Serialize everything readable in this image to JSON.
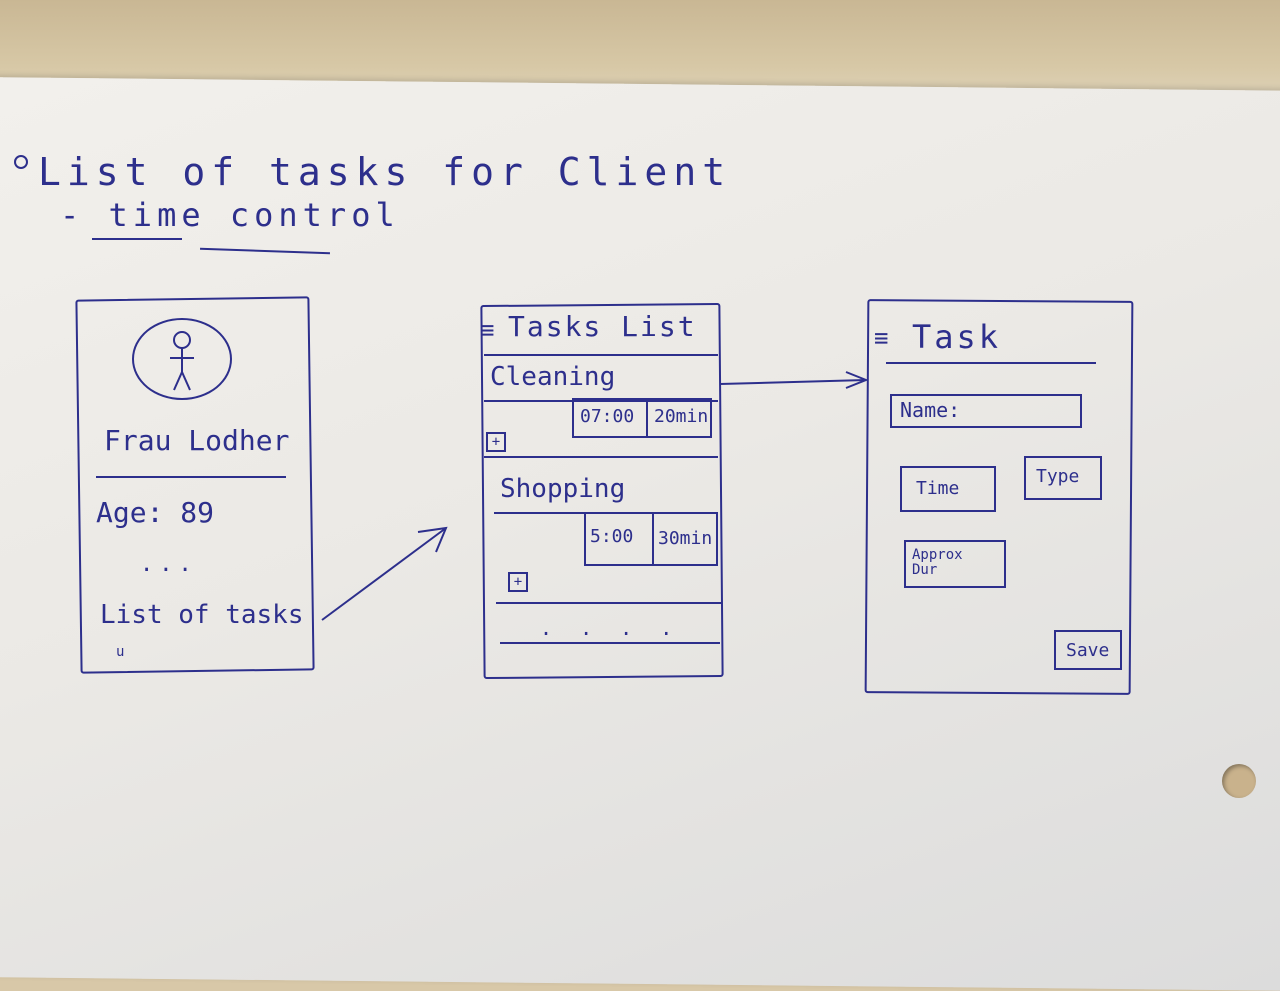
{
  "notes": {
    "heading": "List of tasks for Client",
    "subheading": "- time control"
  },
  "client_screen": {
    "icon": "person-icon",
    "name": "Frau Lodher",
    "age": "Age: 89",
    "ellipsis": "...",
    "tasks_link": "List of tasks",
    "mark": "u"
  },
  "tasks_screen": {
    "menu_icon": "menu-icon",
    "title": "Tasks List",
    "tasks": [
      {
        "name": "Cleaning",
        "time": "07:00",
        "duration": "20min",
        "add": "+"
      },
      {
        "name": "Shopping",
        "time": "5:00",
        "duration": "30min",
        "add": "+"
      }
    ],
    "more": ". . . ."
  },
  "task_screen": {
    "menu_icon": "menu-icon",
    "title": "Task",
    "name_field": "Name:",
    "time_button": "Time",
    "type_button": "Type",
    "approx_button": "Approx Dur",
    "save_button": "Save"
  },
  "colors": {
    "ink": "#2d2f8c",
    "paper": "#eeece8",
    "desk": "#d2c09c"
  }
}
